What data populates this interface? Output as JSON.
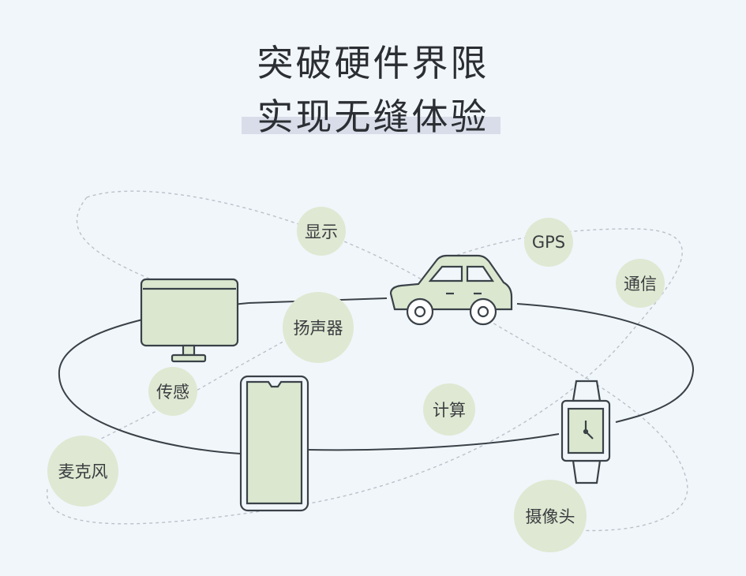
{
  "heading": {
    "line1": "突破硬件界限",
    "line2": "实现无缝体验"
  },
  "capabilities": {
    "display": "显示",
    "gps": "GPS",
    "communication": "通信",
    "speaker": "扬声器",
    "sensor": "传感",
    "computing": "计算",
    "microphone": "麦克风",
    "camera": "摄像头"
  },
  "devices": [
    "monitor-icon",
    "car-icon",
    "phone-icon",
    "watch-icon"
  ],
  "colors": {
    "background": "#f1f6fb",
    "bubble": "#dfe8d2",
    "device_fill": "#dbe7cf",
    "stroke": "#3a4248",
    "dashed": "#b9c2c8"
  }
}
